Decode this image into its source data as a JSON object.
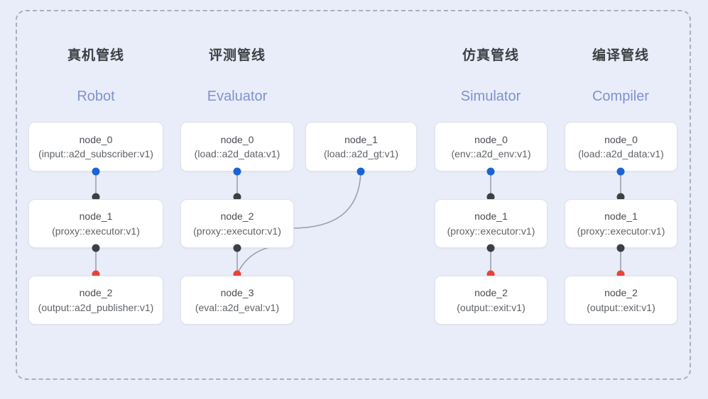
{
  "panel": {
    "name": "pipeline-diagram-panel"
  },
  "colors": {
    "background": "#e9edf9",
    "panel_border": "#a9afc2",
    "node_fill": "#ffffff",
    "node_border": "#e0e2e8",
    "title_text": "#3c4043",
    "subtitle_text": "#7f92d0",
    "port_output": "#1a62d8",
    "port_input": "#3c4043",
    "port_terminal": "#ea4335",
    "edge_line": "#9aa0ac"
  },
  "columns": [
    {
      "id": "robot",
      "title": "真机管线",
      "subtitle": "Robot",
      "nodes": [
        {
          "name": "node_0",
          "type": "(input::a2d_subscriber:v1)"
        },
        {
          "name": "node_1",
          "type": "(proxy::executor:v1)"
        },
        {
          "name": "node_2",
          "type": "(output::a2d_publisher:v1)"
        }
      ]
    },
    {
      "id": "evaluator",
      "title": "评测管线",
      "subtitle": "Evaluator",
      "nodes": [
        {
          "name": "node_0",
          "type": "(load::a2d_data:v1)"
        },
        {
          "name": "node_2",
          "type": "(proxy::executor:v1)"
        },
        {
          "name": "node_3",
          "type": "(eval::a2d_eval:v1)"
        }
      ],
      "side_nodes": [
        {
          "name": "node_1",
          "type": "(load::a2d_gt:v1)"
        }
      ]
    },
    {
      "id": "simulator",
      "title": "仿真管线",
      "subtitle": "Simulator",
      "nodes": [
        {
          "name": "node_0",
          "type": "(env::a2d_env:v1)"
        },
        {
          "name": "node_1",
          "type": "(proxy::executor:v1)"
        },
        {
          "name": "node_2",
          "type": "(output::exit:v1)"
        }
      ]
    },
    {
      "id": "compiler",
      "title": "编译管线",
      "subtitle": "Compiler",
      "nodes": [
        {
          "name": "node_0",
          "type": "(load::a2d_data:v1)"
        },
        {
          "name": "node_1",
          "type": "(proxy::executor:v1)"
        },
        {
          "name": "node_2",
          "type": "(output::exit:v1)"
        }
      ]
    }
  ]
}
